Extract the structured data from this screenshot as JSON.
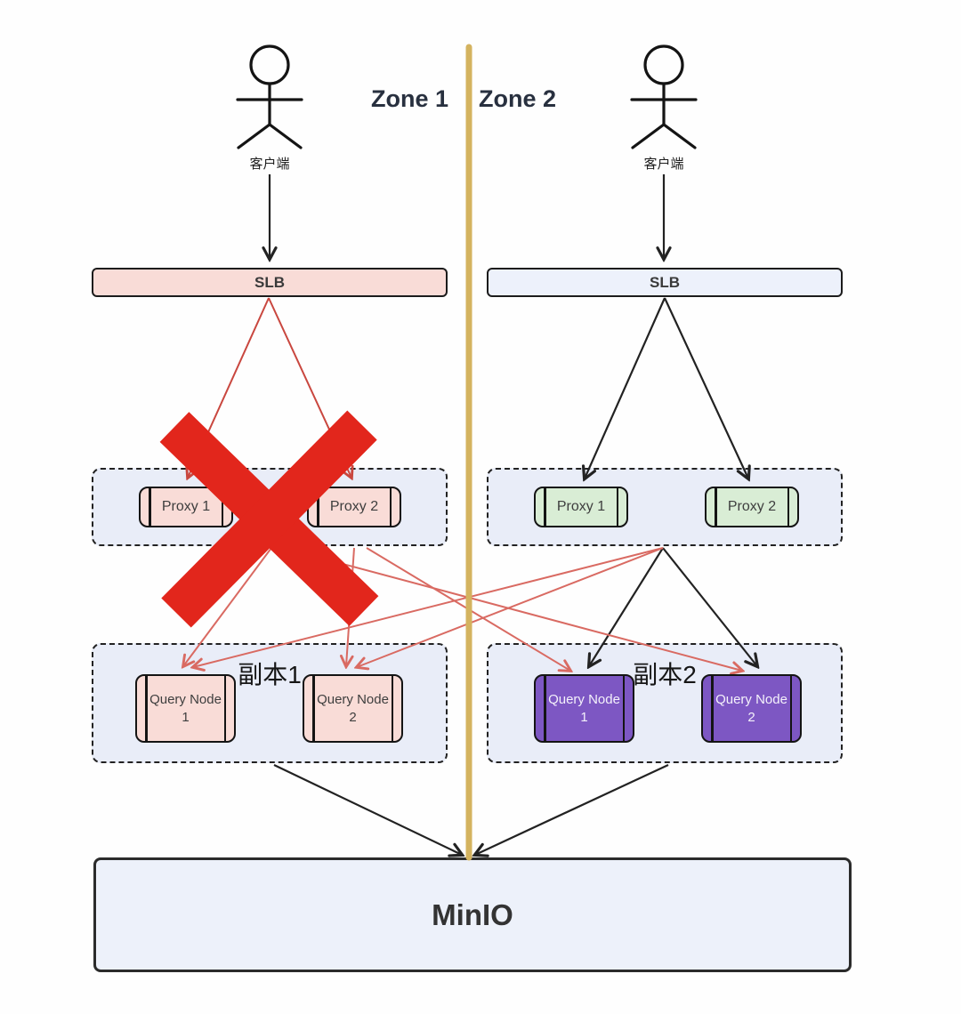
{
  "diagram": {
    "title": "multi-zone failover architecture",
    "zone1": {
      "label": "Zone 1",
      "client_label": "客户端",
      "slb_label": "SLB",
      "proxies": [
        "Proxy 1",
        "Proxy 2"
      ],
      "replica_label": "副本1",
      "query_nodes": [
        {
          "line1": "Query Node",
          "line2": "1"
        },
        {
          "line1": "Query Node",
          "line2": "2"
        }
      ],
      "status": "proxy-layer-failed"
    },
    "zone2": {
      "label": "Zone 2",
      "client_label": "客户端",
      "slb_label": "SLB",
      "proxies": [
        "Proxy 1",
        "Proxy 2"
      ],
      "replica_label": "副本2",
      "query_nodes": [
        {
          "line1": "Query Node",
          "line2": "1"
        },
        {
          "line1": "Query Node",
          "line2": "2"
        }
      ],
      "status": "healthy"
    },
    "storage": {
      "label": "MinIO"
    },
    "colors": {
      "zone_divider_gold": "#d4b35f",
      "failure_x_red": "#e2261c",
      "reroute_arrow_salmon": "#d96a62",
      "slb_arrow_red": "#c9473f",
      "normal_arrow_black": "#222222",
      "zone1_node_pink": "#f9dcd7",
      "zone2_proxy_green": "#d9edd5",
      "zone2_query_purple": "#7d57c3",
      "group_fill_lavender": "#e9edf8",
      "storage_fill": "#edf1fa"
    }
  }
}
